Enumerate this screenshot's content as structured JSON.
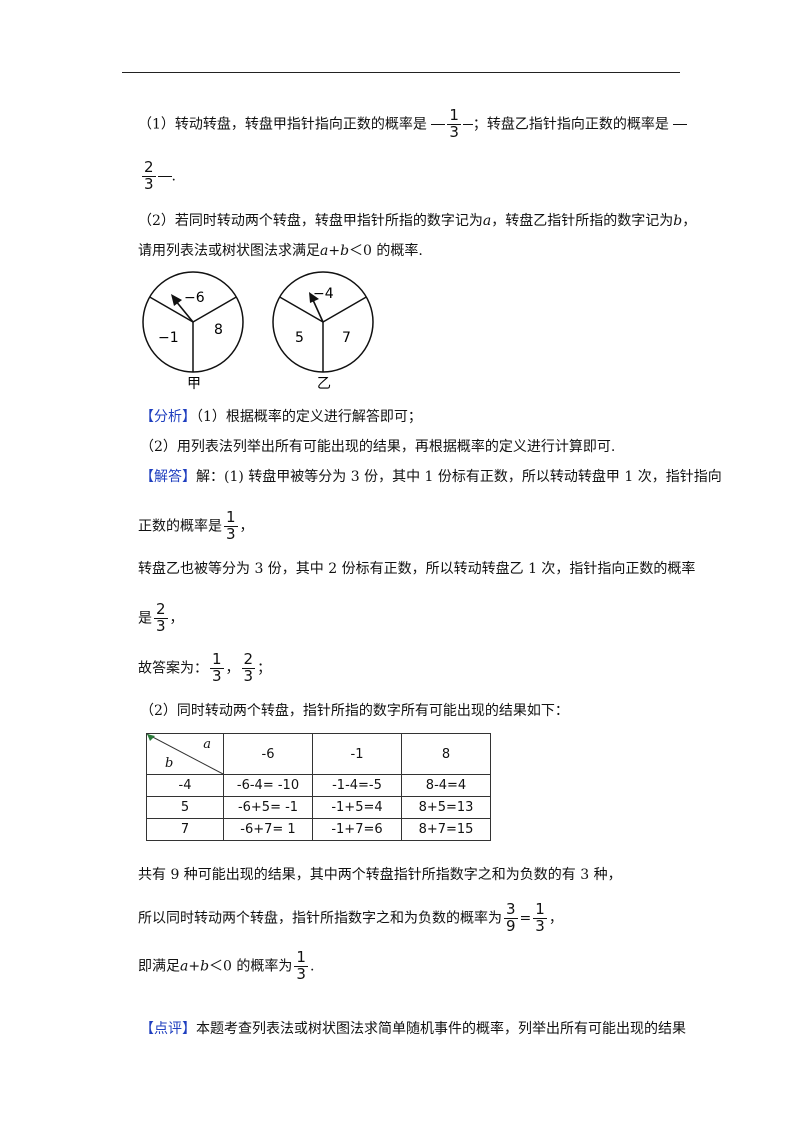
{
  "q1": {
    "part1": "（1）转动转盘，转盘甲指针指向正数的概率是",
    "ans1": {
      "num": "1",
      "den": "3"
    },
    "part2": "；转盘乙指针指向正数的概率是",
    "ans2": {
      "num": "2",
      "den": "3"
    },
    "end": "."
  },
  "q2": {
    "line1a": "（2）若同时转动两个转盘，转盘甲指针所指的数字记为",
    "var_a": "a",
    "line1b": "，转盘乙指针所指的数字记为",
    "var_b": "b",
    "line1c": "，",
    "line2a": "请用列表法或树状图法求满足",
    "cond": "a+b",
    "line2b": "＜0 的概率."
  },
  "spinners": {
    "jia": {
      "top": "−6",
      "left": "−1",
      "right": "8",
      "label": "甲"
    },
    "yi": {
      "top": "−4",
      "left": "5",
      "right": "7",
      "label": "乙"
    }
  },
  "analysis": {
    "tag": "【分析】",
    "line1": "（1）根据概率的定义进行解答即可；",
    "line2": "（2）用列表法列举出所有可能出现的结果，再根据概率的定义进行计算即可."
  },
  "solution": {
    "tag": "【解答】",
    "line1": "解：(1) 转盘甲被等分为 3 份，其中 1 份标有正数，所以转动转盘甲 1 次，指针指向",
    "line2": "正数的概率是",
    "f1": {
      "num": "1",
      "den": "3"
    },
    "line2end": "，",
    "line3": "转盘乙也被等分为 3 份，其中 2 份标有正数，所以转动转盘乙 1 次，指针指向正数的概率",
    "line4": "是",
    "f2": {
      "num": "2",
      "den": "3"
    },
    "line4end": "，",
    "line5": "故答案为：",
    "f3": {
      "num": "1",
      "den": "3"
    },
    "sep": "，",
    "f4": {
      "num": "2",
      "den": "3"
    },
    "line5end": "；",
    "line6": "（2）同时转动两个转盘，指针所指的数字所有可能出现的结果如下：",
    "line7": "共有 9 种可能出现的结果，其中两个转盘指针所指数字之和为负数的有 3 种，",
    "line8": "所以同时转动两个转盘，指针所指数字之和为负数的概率为",
    "f5": {
      "num": "3",
      "den": "9"
    },
    "eq": "=",
    "f6": {
      "num": "1",
      "den": "3"
    },
    "line8end": "，",
    "line9a": "即满足",
    "line9cond": "a+b",
    "line9b": "＜0 的概率为",
    "f7": {
      "num": "1",
      "den": "3"
    },
    "line9end": "."
  },
  "table": {
    "corner_a": "a",
    "corner_b": "b",
    "headers": [
      "-6",
      "-1",
      "8"
    ],
    "rows": [
      {
        "b": "-4",
        "cells": [
          "-6-4= -10",
          "-1-4=-5",
          "8-4=4"
        ]
      },
      {
        "b": "5",
        "cells": [
          "-6+5= -1",
          "-1+5=4",
          "8+5=13"
        ]
      },
      {
        "b": "7",
        "cells": [
          "-6+7= 1",
          "-1+7=6",
          "8+7=15"
        ]
      }
    ]
  },
  "comment": {
    "tag": "【点评】",
    "text": "本题考查列表法或树状图法求简单随机事件的概率，列举出所有可能出现的结果"
  }
}
